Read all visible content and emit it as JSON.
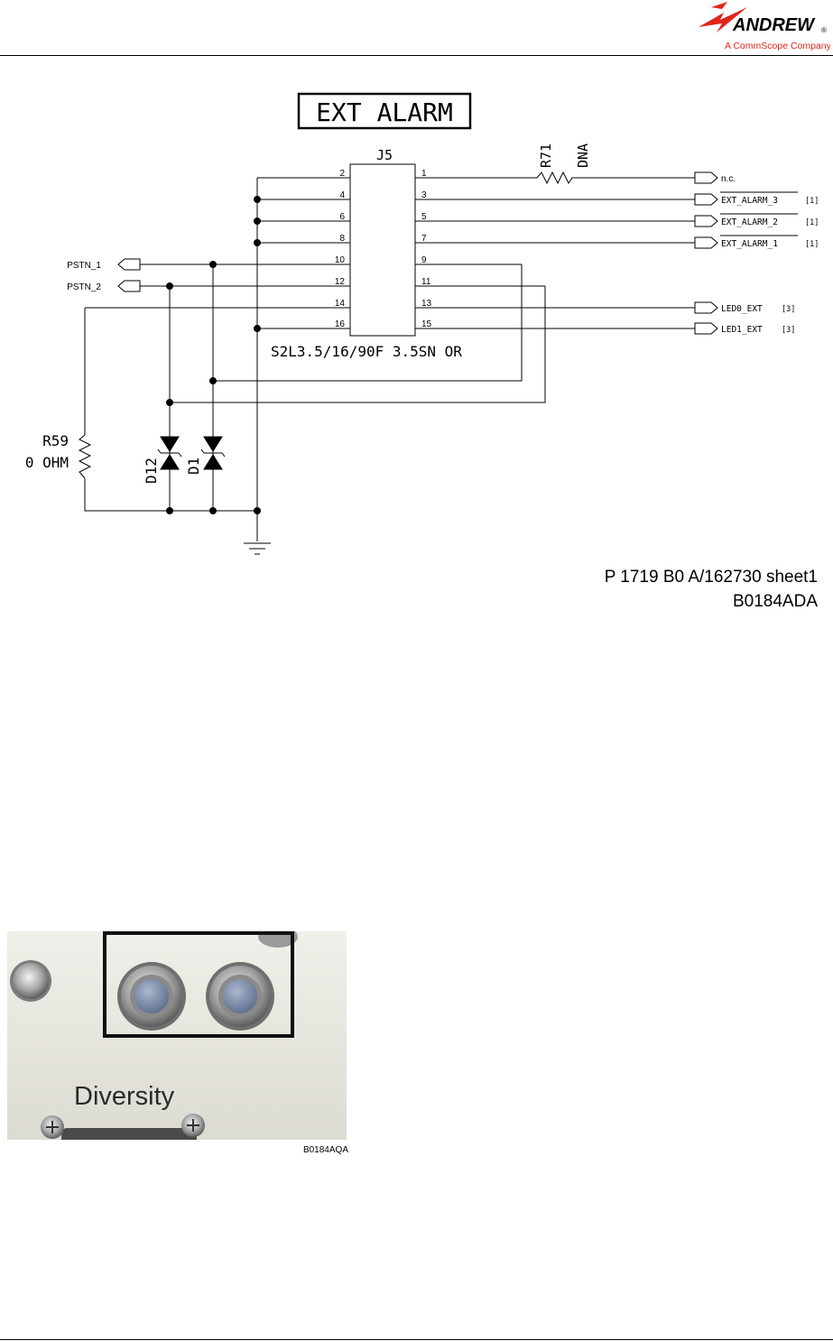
{
  "header": {
    "brand": "ANDREW",
    "registered_mark": "®",
    "tagline": "A CommScope Company"
  },
  "schematic": {
    "title": "EXT ALARM",
    "connector": {
      "ref": "J5",
      "part_number": "S2L3.5/16/90F 3.5SN OR",
      "left_pins": [
        "2",
        "4",
        "6",
        "8",
        "10",
        "12",
        "14",
        "16"
      ],
      "right_pins": [
        "1",
        "3",
        "5",
        "7",
        "9",
        "11",
        "13",
        "15"
      ]
    },
    "resistors": [
      {
        "ref": "R71",
        "value": "DNA"
      },
      {
        "ref": "R59",
        "value": "0 OHM"
      }
    ],
    "diodes": [
      {
        "ref": "D12"
      },
      {
        "ref": "D1"
      }
    ],
    "left_ports": [
      "PSTN_1",
      "PSTN_2"
    ],
    "right_ports": [
      {
        "name": "n.c.",
        "ref": ""
      },
      {
        "name": "EXT_ALARM_3",
        "ref": "[1]"
      },
      {
        "name": "EXT_ALARM_2",
        "ref": "[1]"
      },
      {
        "name": "EXT_ALARM_1",
        "ref": "[1]"
      },
      {
        "name": "LED0_EXT",
        "ref": "[3]"
      },
      {
        "name": "LED1_EXT",
        "ref": "[3]"
      }
    ],
    "doc_ref_line1": "P 1719 B0 A/162730 sheet1",
    "doc_ref_line2": "B0184ADA"
  },
  "photo": {
    "panel_label": "Diversity",
    "caption": "B0184AQA",
    "colors": {
      "panel": "#e9e8e1",
      "frame": "#111111",
      "plug": "#8899b4"
    }
  }
}
